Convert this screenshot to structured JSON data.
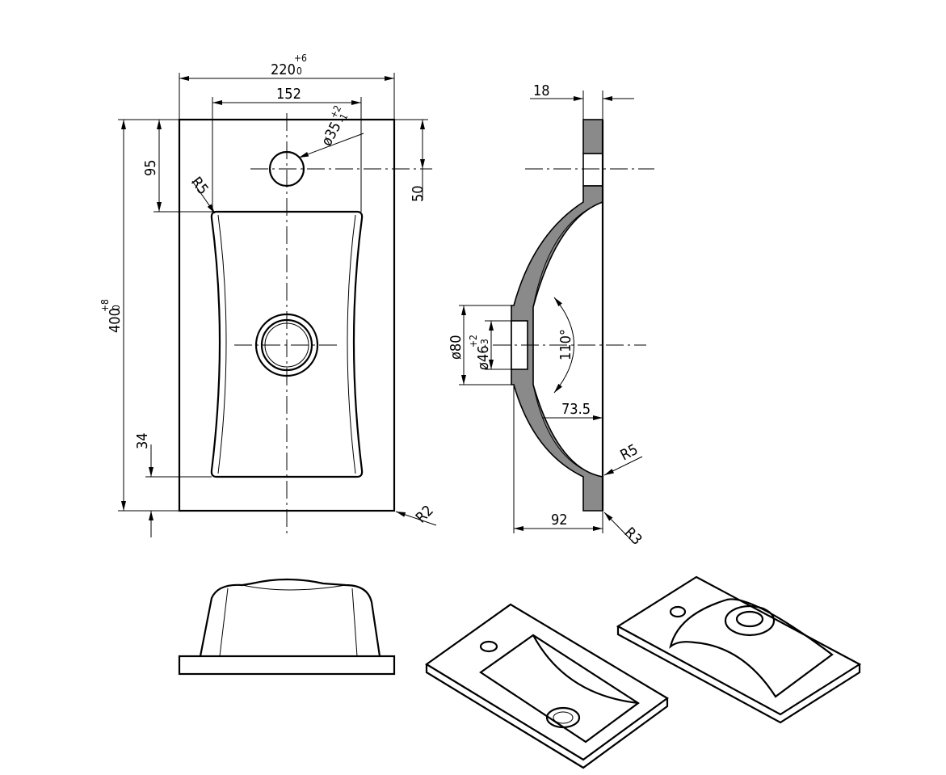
{
  "front_view": {
    "width": "220",
    "width_tol_upper": "+6",
    "width_tol_lower": "0",
    "basin_width": "152",
    "tap_hole": "ø35",
    "tap_hole_tol_upper": "+2",
    "tap_hole_tol_lower": "-1",
    "top_to_basin": "95",
    "tap_hole_offset": "50",
    "basin_radius": "R5",
    "length": "400",
    "length_tol_upper": "+8",
    "length_tol_lower": "0",
    "bottom_to_basin": "34",
    "corner_radius": "R2"
  },
  "side_view": {
    "thickness": "18",
    "outer_diameter": "ø80",
    "drain_diameter": "ø46",
    "drain_tol_upper": "+2",
    "drain_tol_lower": "-3",
    "angle": "110°",
    "depth_inner": "73.5",
    "edge_radius": "R5",
    "depth_total": "92",
    "bottom_radius": "R3"
  }
}
